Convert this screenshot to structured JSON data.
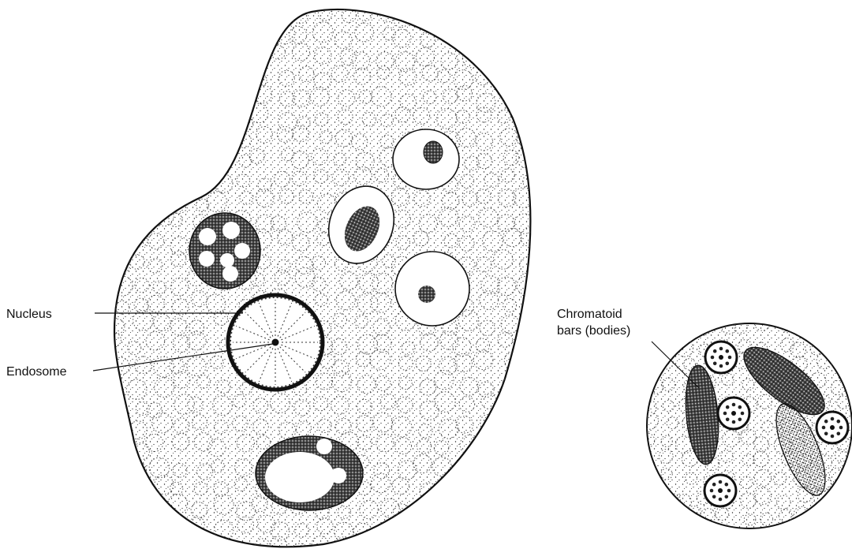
{
  "labels": {
    "nucleus": "Nucleus",
    "endosome": "Endosome",
    "chromatoid_line1": "Chromatoid",
    "chromatoid_line2": "bars (bodies)"
  },
  "colors": {
    "ink": "#111111",
    "background": "#ffffff"
  }
}
